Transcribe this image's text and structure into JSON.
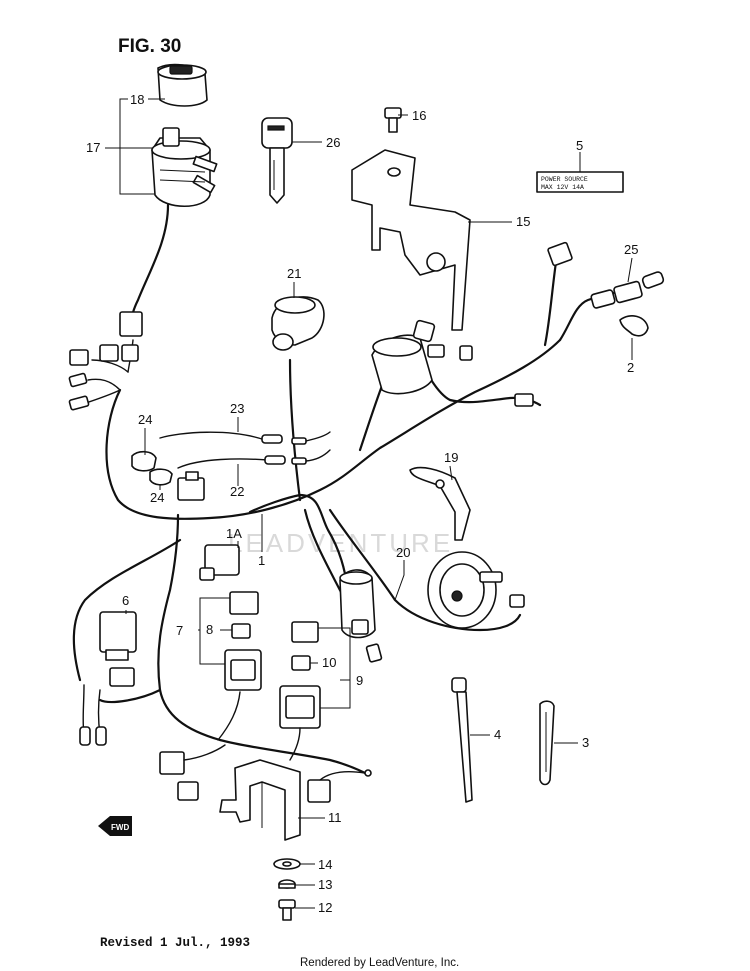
{
  "figure": {
    "title": "FIG. 30",
    "revision": "Revised 1 Jul., 1993",
    "credit": "Rendered by LeadVenture, Inc.",
    "watermark": "LEADVENTURE",
    "fwd_label": "FWD",
    "power_source_label": {
      "line1": "POWER  SOURCE",
      "line2": "MAX  12V  14A"
    }
  },
  "callouts": {
    "n1": "1",
    "n1a": "1A",
    "n2": "2",
    "n3": "3",
    "n4": "4",
    "n5": "5",
    "n6": "6",
    "n7": "7",
    "n8": "8",
    "n9": "9",
    "n10": "10",
    "n11": "11",
    "n12": "12",
    "n13": "13",
    "n14": "14",
    "n15": "15",
    "n16": "16",
    "n17": "17",
    "n18": "18",
    "n19": "19",
    "n20": "20",
    "n21": "21",
    "n22": "22",
    "n23": "23",
    "n24a": "24",
    "n24b": "24",
    "n25": "25",
    "n26": "26"
  }
}
